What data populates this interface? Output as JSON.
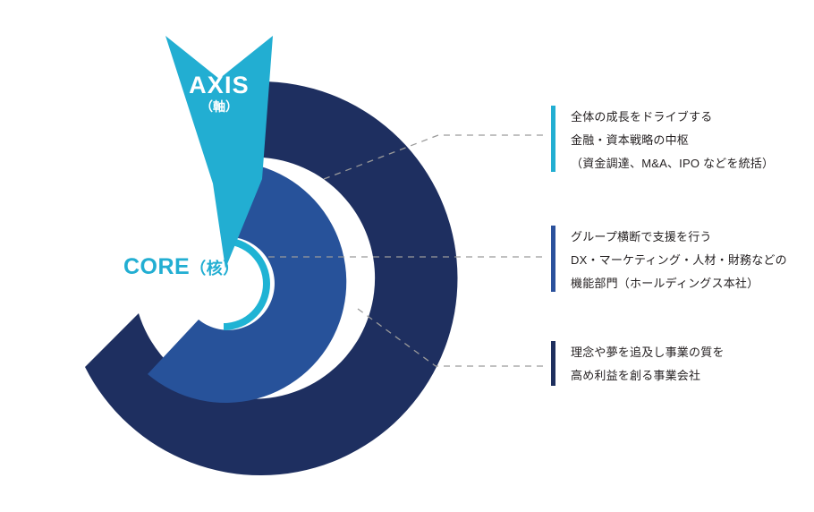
{
  "diagram": {
    "center_label": {
      "text": "CORE",
      "paren": "（核）",
      "color": "#22aed2"
    },
    "axis_label": {
      "text": "AXIS",
      "paren": "（軸）",
      "color": "#ffffff"
    },
    "colors": {
      "inner_ring": "#1fb3d4",
      "middle_ring": "#27529a",
      "outer_ring": "#1e2f60",
      "arrow": "#22aed2",
      "center_hole": "#ffffff",
      "connector": "#9a9a9a",
      "text": "#231f20"
    }
  },
  "callouts": [
    {
      "accent_color": "#22aed2",
      "lines": [
        "全体の成長をドライブする",
        "金融・資本戦略の中枢",
        "（資金調達、M&A、IPO などを統括）"
      ]
    },
    {
      "accent_color": "#2b519c",
      "lines": [
        "グループ横断で支援を行う",
        "DX・マーケティング・人材・財務などの",
        "機能部門（ホールディングス本社）"
      ]
    },
    {
      "accent_color": "#1e2f5e",
      "lines": [
        "理念や夢を追及し事業の質を",
        "高め利益を創る事業会社"
      ]
    }
  ]
}
